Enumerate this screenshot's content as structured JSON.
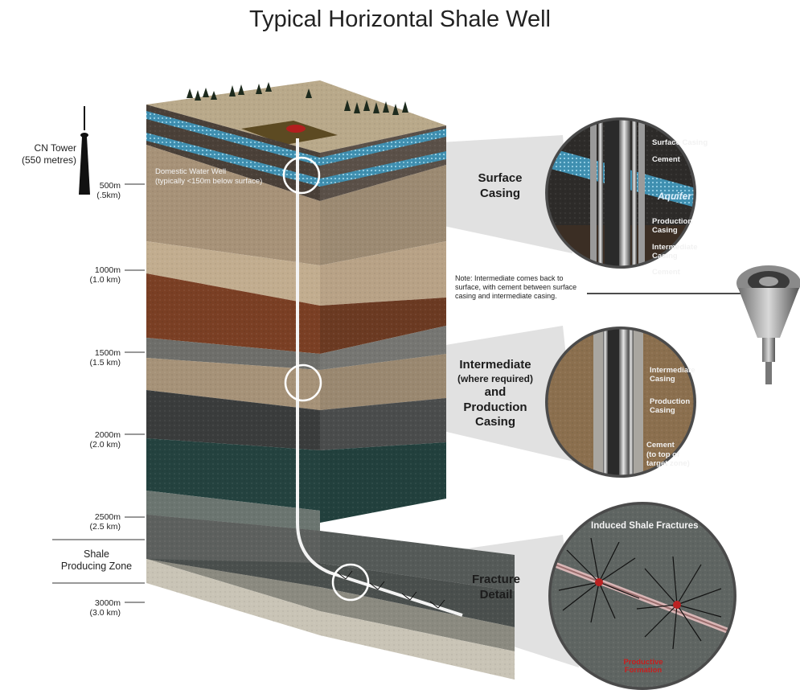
{
  "title": "Typical Horizontal Shale Well",
  "tower": {
    "name": "CN Tower",
    "height": "(550 metres)"
  },
  "depth_marks": [
    {
      "label": "500m",
      "sub": "(.5km)"
    },
    {
      "label": "1000m",
      "sub": "(1.0 km)"
    },
    {
      "label": "1500m",
      "sub": "(1.5 km)"
    },
    {
      "label": "2000m",
      "sub": "(2.0 km)"
    },
    {
      "label": "2500m",
      "sub": "(2.5 km)"
    },
    {
      "label": "3000m",
      "sub": "(3.0 km)"
    }
  ],
  "shale_zone": {
    "line1": "Shale",
    "line2": "Producing Zone"
  },
  "water_well": {
    "line1": "Domestic Water Well",
    "line2": "(typically <150m below surface)"
  },
  "sections": {
    "surface_casing": {
      "line1": "Surface",
      "line2": "Casing"
    },
    "intermediate": {
      "line1": "Intermediate",
      "line2": "(where required)",
      "line3": "and",
      "line4": "Production",
      "line5": "Casing"
    },
    "fracture": {
      "line1": "Fracture",
      "line2": "Detail"
    }
  },
  "note": "Note: Intermediate comes back to surface, with cement between surface casing and intermediate casing.",
  "inset_surface": {
    "surface_casing": "Surface Casing",
    "cement": "Cement",
    "aquifer": "Aquifer",
    "production_1": "Production",
    "production_2": "Casing",
    "intermediate_1": "Intermediate",
    "intermediate_2": "Casing",
    "cement_bottom": "Cement"
  },
  "inset_intermediate": {
    "intermediate_1": "Intermediate",
    "intermediate_2": "Casing",
    "production_1": "Production",
    "production_2": "Casing",
    "cement_1": "Cement",
    "cement_2": "(to top of",
    "cement_3": "target zone)"
  },
  "inset_fracture": {
    "title": "Induced Shale Fractures",
    "formation_1": "Productive",
    "formation_2": "Formation"
  },
  "colors": {
    "sky": "#ffffff",
    "grass_top": "#b8a98a",
    "aquifer": "#5aa7c7",
    "shale": "#4f5452",
    "well_line": "#f4f4f4",
    "formation_text": "#c81e1e"
  }
}
